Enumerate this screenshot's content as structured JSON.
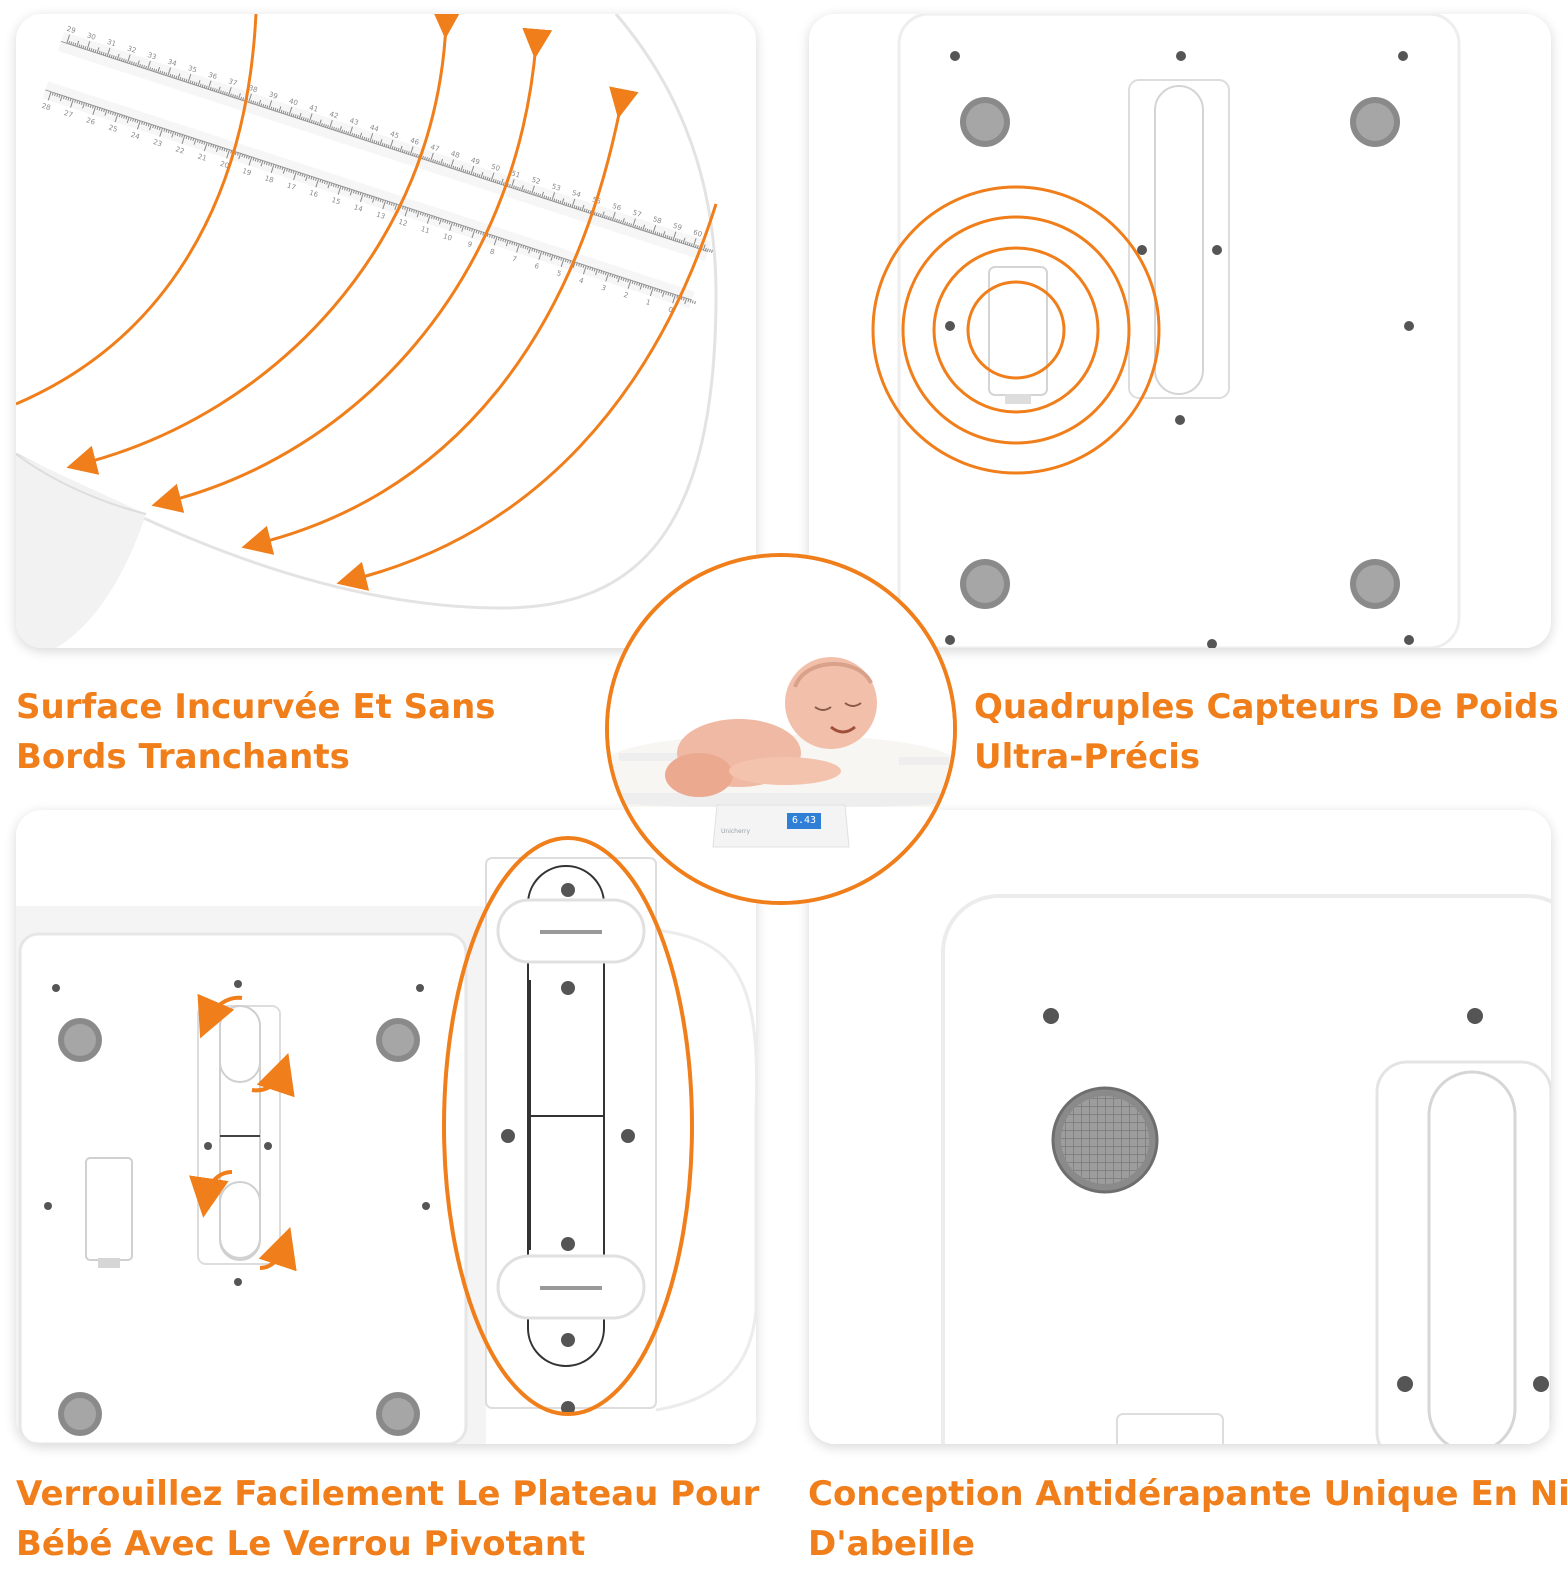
{
  "colors": {
    "accent": "#f07e1a",
    "background": "#ffffff",
    "device": "#ffffff",
    "device_shadow": "#e6e6e6",
    "foot_pad": "#8a8a8a",
    "lcd": "#2f7fd6"
  },
  "features": [
    {
      "id": "curved-surface",
      "icon": "curved-arrows-icon",
      "caption_lines": [
        "Surface Incurvée Et Sans",
        "Bords Tranchants"
      ]
    },
    {
      "id": "weight-sensors",
      "icon": "concentric-circles-icon",
      "caption_lines": [
        "Quadruples Capteurs De Poids",
        "Ultra-Précis"
      ]
    },
    {
      "id": "swivel-lock",
      "icon": "rotate-arrows-icon",
      "caption_lines": [
        "Verrouillez Facilement Le Plateau Pour",
        "Bébé Avec Le Verrou Pivotant"
      ]
    },
    {
      "id": "honeycomb-feet",
      "icon": "honeycomb-pad-icon",
      "caption_lines": [
        "Conception Antidérapante Unique En Nid",
        "D'abeille"
      ]
    }
  ],
  "center_photo": {
    "icon": "baby-on-scale-icon",
    "display_reading": "6.43",
    "brand": "Unicherry"
  },
  "ruler": {
    "upper_labels": [
      "29",
      "30",
      "31",
      "32",
      "33",
      "34",
      "35",
      "36",
      "37",
      "38",
      "39",
      "40",
      "41",
      "42",
      "43",
      "44",
      "45",
      "46",
      "47",
      "48",
      "49",
      "50",
      "51",
      "52",
      "53",
      "54",
      "55",
      "56",
      "57",
      "58",
      "59",
      "60"
    ],
    "lower_labels": [
      "28",
      "27",
      "26",
      "25",
      "24",
      "23",
      "22",
      "21",
      "20",
      "19",
      "18",
      "17",
      "16",
      "15",
      "14",
      "13",
      "12",
      "11",
      "10",
      "9",
      "8",
      "7",
      "6",
      "5",
      "4",
      "3",
      "2",
      "1",
      "0"
    ]
  }
}
